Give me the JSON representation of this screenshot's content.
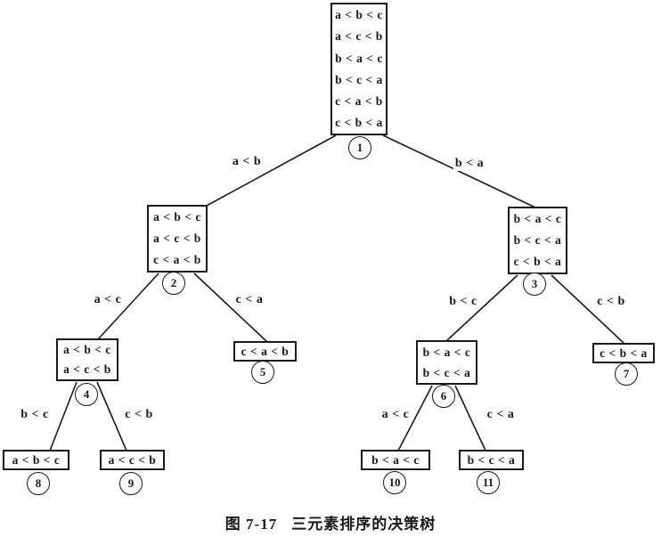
{
  "caption": {
    "fig_label": "图 7-17",
    "title": "三元素排序的决策树"
  },
  "nodes": {
    "n1": {
      "number": "1",
      "lines": [
        "a < b < c",
        "a < c < b",
        "b < a < c",
        "b < c < a",
        "c < a < b",
        "c < b < a"
      ]
    },
    "n2": {
      "number": "2",
      "lines": [
        "a < b < c",
        "a < c < b",
        "c < a < b"
      ]
    },
    "n3": {
      "number": "3",
      "lines": [
        "b < a < c",
        "b < c < a",
        "c < b < a"
      ]
    },
    "n4": {
      "number": "4",
      "lines": [
        "a < b < c",
        "a < c < b"
      ]
    },
    "n5": {
      "number": "5",
      "lines": [
        "c < a < b"
      ]
    },
    "n6": {
      "number": "6",
      "lines": [
        "b < a < c",
        "b < c < a"
      ]
    },
    "n7": {
      "number": "7",
      "lines": [
        "c < b < a"
      ]
    },
    "n8": {
      "number": "8",
      "lines": [
        "a < b < c"
      ]
    },
    "n9": {
      "number": "9",
      "lines": [
        "a < c < b"
      ]
    },
    "n10": {
      "number": "10",
      "lines": [
        "b < a < c"
      ]
    },
    "n11": {
      "number": "11",
      "lines": [
        "b < c < a"
      ]
    }
  },
  "edge_labels": {
    "root_left": "a < b",
    "root_right": "b < a",
    "n2_left": "a < c",
    "n2_right": "c < a",
    "n3_left": "b < c",
    "n3_right": "c < b",
    "n4_left": "b < c",
    "n4_right": "c < b",
    "n6_left": "a < c",
    "n6_right": "c < a"
  },
  "colors": {
    "ink": "#1a1a1a",
    "background": "#ffffff"
  }
}
